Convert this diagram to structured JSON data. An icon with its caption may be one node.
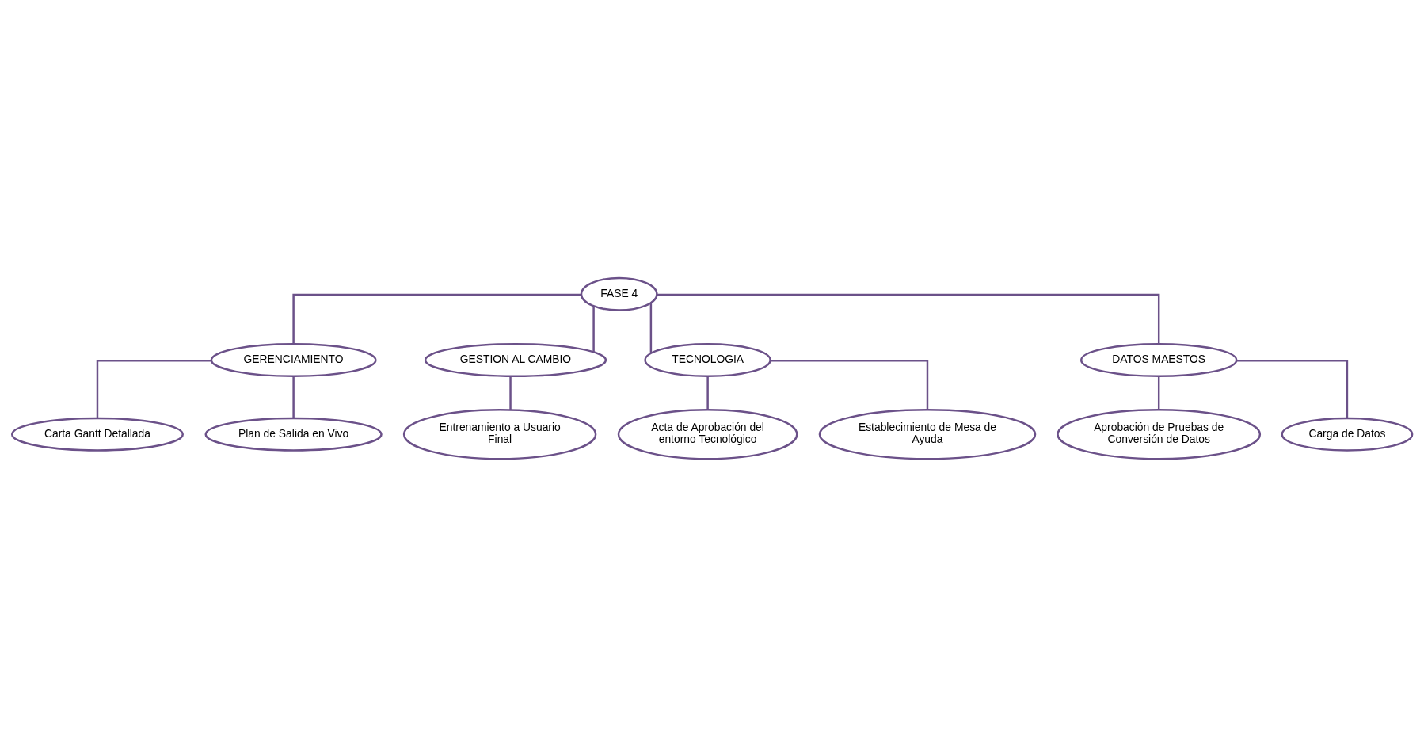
{
  "diagram": {
    "nodes": [
      {
        "text": [
          "FASE 4"
        ]
      },
      {
        "text": [
          "GERENCIAMIENTO"
        ]
      },
      {
        "text": [
          "GESTION AL CAMBIO"
        ]
      },
      {
        "text": [
          "TECNOLOGIA"
        ]
      },
      {
        "text": [
          "DATOS MAESTOS"
        ]
      },
      {
        "text": [
          "Carta Gantt Detallada"
        ]
      },
      {
        "text": [
          "Plan de Salida en Vivo"
        ]
      },
      {
        "text": [
          "Entrenamiento a Usuario Final"
        ]
      },
      {
        "text": [
          "Acta de Aprobación del entorno Tecnológico"
        ]
      },
      {
        "text": [
          "Establecimiento de Mesa de Ayuda"
        ]
      },
      {
        "text": [
          "Aprobación de Pruebas de Conversión de Datos"
        ]
      },
      {
        "text": [
          "Carga de Datos"
        ]
      }
    ],
    "edges": [
      {
        "from": 0,
        "to": 1,
        "arrow": "none"
      },
      {
        "from": 0,
        "to": 2,
        "arrow": "none"
      },
      {
        "from": 0,
        "to": 3,
        "arrow": "none"
      },
      {
        "from": 0,
        "to": 4,
        "arrow": "none"
      },
      {
        "from": 1,
        "to": 5,
        "arrow": "none"
      },
      {
        "from": 1,
        "to": 6,
        "arrow": "none"
      },
      {
        "from": 2,
        "to": 7,
        "arrow": "none"
      },
      {
        "from": 3,
        "to": 8,
        "arrow": "none"
      },
      {
        "from": 3,
        "to": 9,
        "arrow": "none"
      },
      {
        "from": 4,
        "to": 10,
        "arrow": "none"
      },
      {
        "from": 4,
        "to": 11,
        "arrow": "none"
      }
    ]
  }
}
